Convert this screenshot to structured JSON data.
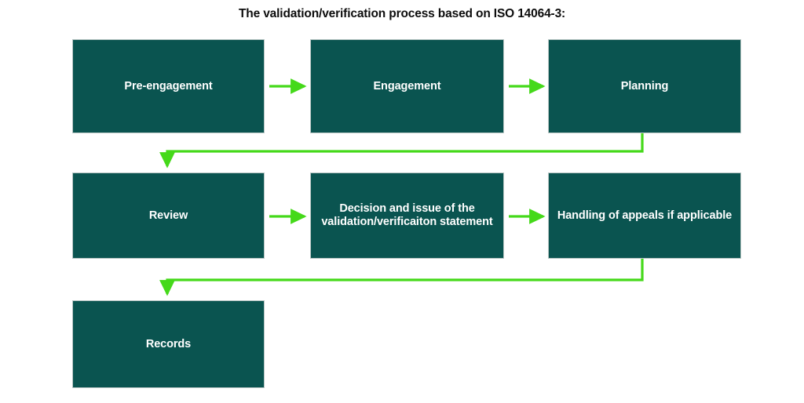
{
  "diagram": {
    "title": "The validation/verification process based on ISO 14064-3:",
    "colors": {
      "node_fill": "#0a5450",
      "node_border": "#b9c6c4",
      "node_text": "#ffffff",
      "connector": "#45d91a",
      "background": "#ffffff",
      "title_text": "#0d0d0d"
    },
    "nodes": [
      {
        "id": "pre-engagement",
        "label": "Pre-engagement",
        "row": 1,
        "column": 1
      },
      {
        "id": "engagement",
        "label": "Engagement",
        "row": 1,
        "column": 2
      },
      {
        "id": "planning",
        "label": "Planning",
        "row": 1,
        "column": 3
      },
      {
        "id": "review",
        "label": "Review",
        "row": 2,
        "column": 1
      },
      {
        "id": "decision",
        "label": "Decision and issue of the validation/verificaiton statement",
        "row": 2,
        "column": 2
      },
      {
        "id": "appeals",
        "label": "Handling of appeals if applicable",
        "row": 2,
        "column": 3
      },
      {
        "id": "records",
        "label": "Records",
        "row": 3,
        "column": 1
      }
    ],
    "connectors": [
      {
        "id": "pre-engagement-to-engagement",
        "from": "pre-engagement",
        "to": "engagement",
        "kind": "straight-arrow-right"
      },
      {
        "id": "engagement-to-planning",
        "from": "engagement",
        "to": "planning",
        "kind": "straight-arrow-right"
      },
      {
        "id": "planning-to-review",
        "from": "planning",
        "to": "review",
        "kind": "elbow-arrow-down"
      },
      {
        "id": "review-to-decision",
        "from": "review",
        "to": "decision",
        "kind": "straight-arrow-right"
      },
      {
        "id": "decision-to-appeals",
        "from": "decision",
        "to": "appeals",
        "kind": "straight-arrow-right"
      },
      {
        "id": "appeals-to-records",
        "from": "appeals",
        "to": "records",
        "kind": "elbow-arrow-down"
      }
    ]
  },
  "chart_data": {
    "type": "diagram",
    "title": "The validation/verification process based on ISO 14064-3:",
    "flow_order": [
      "Pre-engagement",
      "Engagement",
      "Planning",
      "Review",
      "Decision and issue of the validation/verificaiton statement",
      "Handling of appeals if applicable",
      "Records"
    ]
  }
}
